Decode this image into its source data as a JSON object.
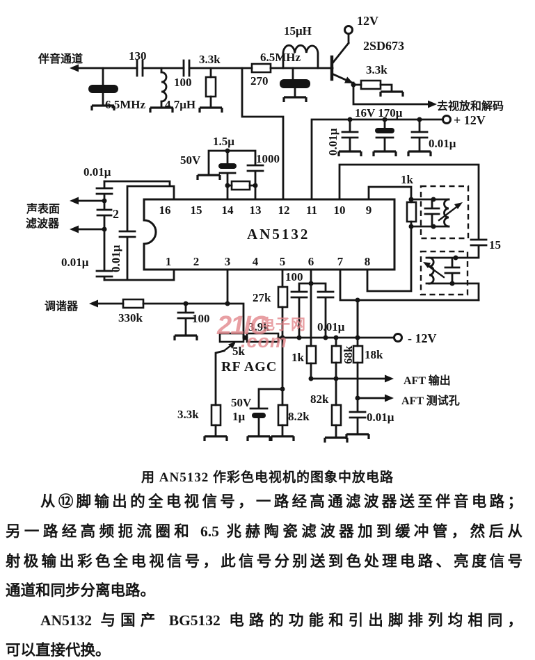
{
  "watermark": {
    "brand": "21IC",
    "cn": "电子网",
    "com": ".com",
    "color": "#e2858a"
  },
  "ic": {
    "name": "AN5132",
    "pins_top": [
      "16",
      "15",
      "14",
      "13",
      "12",
      "11",
      "10",
      "9"
    ],
    "pins_bottom": [
      "1",
      "2",
      "3",
      "4",
      "5",
      "6",
      "7",
      "8"
    ]
  },
  "labels": {
    "sound_channel": "伴音通道",
    "c130": "130",
    "c100a": "100",
    "r33k_a": "3.3k",
    "filt1": "6.5MHz",
    "l47": "4.7μH",
    "r270": "270",
    "filt2": "6.5MHz",
    "l15": "15μH",
    "v12": "12V",
    "q1": "2SD673",
    "r33k_b": "3.3k",
    "to_video": "去视放和解码",
    "c170": "16V 170μ",
    "p12": "+ 12V",
    "c001_rail": "0.01μ",
    "c001_rail2": "0.01μ",
    "c15u": "1.5μ",
    "v50a": "50V",
    "c1000": "1000",
    "c001_tl": "0.01μ",
    "saw_l1": "声表面",
    "saw_l2": "滤波器",
    "c2": "2",
    "c001_in": "0.01μ",
    "c001_bl": "0.01μ",
    "tuner": "调谐器",
    "r330k": "330k",
    "c100b": "100",
    "r1k_a": "1k",
    "c15": "15",
    "r100": "100",
    "r27k": "27k",
    "r39k": "3.9k",
    "r5k": "5k",
    "rf_agc": "RF AGC",
    "c001_p6": "0.01μ",
    "n12": "- 12V",
    "r68k": "68k",
    "r18k": "18k",
    "aft_out": "AFT 输出",
    "aft_test": "AFT 测试孔",
    "r82k": "82k",
    "c001_aft": "0.01μ",
    "r33k_c": "3.3k",
    "v50b": "50V",
    "c1u": "1μ",
    "r8k2": "8.2k",
    "r1k_b": "1k"
  },
  "caption": "用 AN5132 作彩色电视机的图象中放电路",
  "body": {
    "p1_l1": "从⑫脚输出的全电视信号，一路经高通滤波器送至伴音电路；",
    "p1_l2": "另一路经高频扼流圈和 6.5 兆赫陶瓷滤波器加到缓冲管，然后从",
    "p1_l3": "射极输出彩色全电视信号，此信号分别送到色处理电路、亮度信号",
    "p1_l4": "通道和同步分离电路。",
    "p2_l1": "AN5132 与国产 BG5132 电路的功能和引出脚排列均相同，",
    "p2_l2": "可以直接代换。"
  }
}
